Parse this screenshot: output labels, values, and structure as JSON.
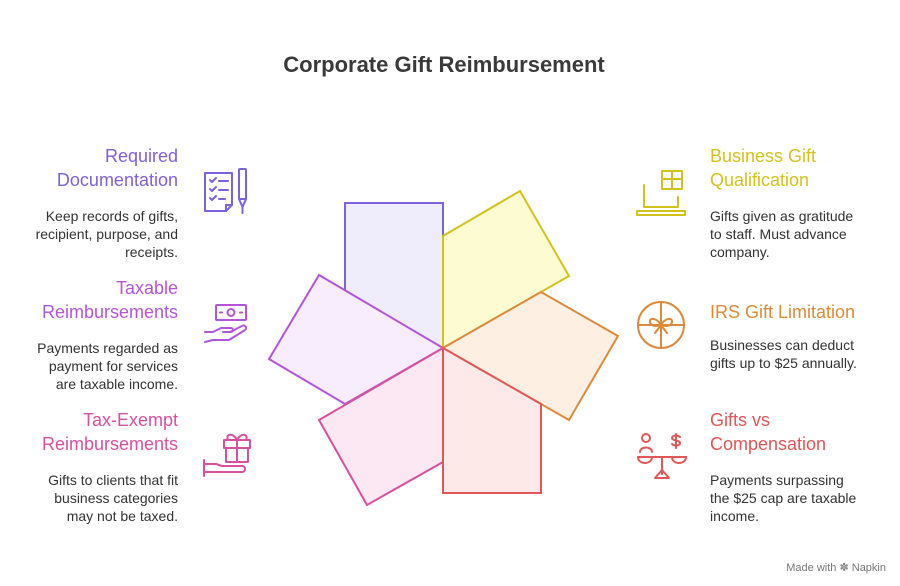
{
  "title": "Corporate Gift Reimbursement",
  "left_items": [
    {
      "heading": "Required\nDocumentation",
      "description": "Keep records of gifts,\nrecipient, purpose, and\nreceipts.",
      "color": "#7d61dd",
      "icon": "checklist-icon"
    },
    {
      "heading": "Taxable\nReimbursements",
      "description": "Payments regarded as\npayment for services\nare taxable income.",
      "color": "#b355d9",
      "icon": "money-hand-icon"
    },
    {
      "heading": "Tax-Exempt\nReimbursements",
      "description": "Gifts to clients that fit\nbusiness categories\nmay not be taxed.",
      "color": "#d9509f",
      "icon": "gift-hand-icon"
    }
  ],
  "right_items": [
    {
      "heading": "Business Gift\nQualification",
      "description": "Gifts given as gratitude\nto staff. Must advance\ncompany.",
      "color": "#d4c21c",
      "icon": "gift-laptop-icon"
    },
    {
      "heading": "IRS Gift Limitation",
      "description": "Businesses can deduct\ngifts up to $25 annually.",
      "color": "#dd8a3a",
      "icon": "gift-circle-icon"
    },
    {
      "heading": "Gifts vs\nCompensation",
      "description": "Payments surpassing\nthe $25 cap are taxable\nincome.",
      "color": "#e25656",
      "icon": "balance-scale-icon"
    }
  ],
  "footer": {
    "made_with": "Made with",
    "brand": "Napkin"
  }
}
